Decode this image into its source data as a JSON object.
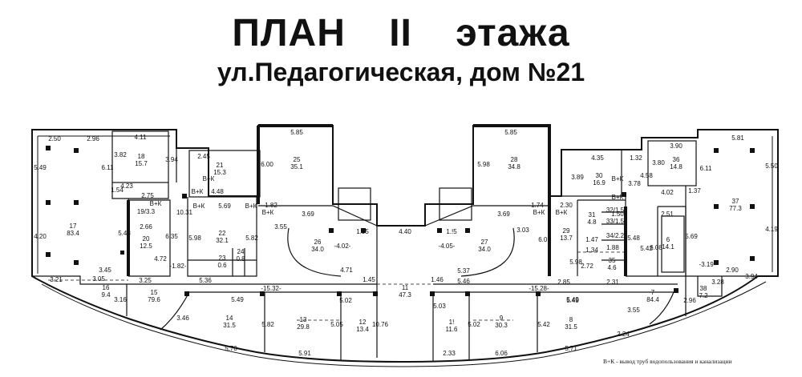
{
  "title": {
    "line1": "ПЛАН    II этажа",
    "line2": "ул.Педагогическая, дом №21"
  },
  "legend_note": "В+К - вывод труб водопользования и канализации",
  "rooms": [
    {
      "num": "18",
      "area": "15.7"
    },
    {
      "num": "17",
      "area": "83.4"
    },
    {
      "num": "21",
      "area": "15.3"
    },
    {
      "num": "19/3.3",
      "area": ""
    },
    {
      "num": "20",
      "area": "12.5"
    },
    {
      "num": "22",
      "area": "32.1"
    },
    {
      "num": "23",
      "area": "0.6"
    },
    {
      "num": "24",
      "area": "0.8"
    },
    {
      "num": "25",
      "area": "35.1"
    },
    {
      "num": "26",
      "area": "34.0"
    },
    {
      "num": "16",
      "area": "9.4"
    },
    {
      "num": "15",
      "area": "79.6"
    },
    {
      "num": "14",
      "area": "31.5"
    },
    {
      "num": "13",
      "area": "29.8"
    },
    {
      "num": "12",
      "area": "13.4"
    },
    {
      "num": "11",
      "area": "47.3"
    },
    {
      "num": "1!",
      "area": "11.6"
    },
    {
      "num": "9",
      "area": "30.3"
    },
    {
      "num": "8",
      "area": "31.5"
    },
    {
      "num": "27",
      "area": "34.0"
    },
    {
      "num": "28",
      "area": "34.8"
    },
    {
      "num": "29",
      "area": "13.7"
    },
    {
      "num": "30",
      "area": "16.9"
    },
    {
      "num": "31",
      "area": "4.8"
    },
    {
      "num": "32/1.5",
      "area": ""
    },
    {
      "num": "33/1.5",
      "area": ""
    },
    {
      "num": "34/2.2",
      "area": ""
    },
    {
      "num": "35",
      "area": "4.6"
    },
    {
      "num": "36",
      "area": "14.8"
    },
    {
      "num": "37",
      "area": "77.3"
    },
    {
      "num": "6",
      "area": "14.1"
    },
    {
      "num": "7",
      "area": "84.4"
    },
    {
      "num": "38",
      "area": "7.2"
    }
  ],
  "dimensions": [
    "2.50",
    "2.96",
    "4.11",
    "3.82",
    "5.49",
    "6.11",
    "4.23",
    "3.94",
    "1.54",
    "2.75",
    "4.20",
    "5.48",
    "6.35",
    "2.66",
    "10.31",
    "2.45",
    "4.48",
    "5.69",
    "5.98",
    "5.82",
    "1.82",
    "3.69",
    "3.55",
    "5.85",
    "6.00",
    "1.95",
    "4.40",
    "1.!5",
    "-4.02-",
    "-4.05-",
    "3.03",
    "4.71",
    "5.37",
    "-1.82-",
    "3.45",
    "3.05",
    "3.25",
    "5.36",
    "4.72",
    "3.21",
    "3.16",
    "-15.32-",
    "-15.28-",
    "5.49",
    "5.82",
    "5.02",
    "5.05",
    "10.76",
    "1.45",
    "1.46",
    "5.46",
    "5.03",
    "5.02",
    "5.42",
    "5.49",
    "5.85",
    "5.98",
    "3.69",
    "6.01",
    "1.74",
    "2.30",
    "4.35",
    "3.89",
    "1.32",
    "3.78",
    "4.58",
    "3.90",
    "3.80",
    "4.02",
    "5.81",
    "5.50",
    "6.11",
    "1.37",
    "4.19",
    "2.51",
    "5.69",
    "5.42",
    "6.08",
    "-3.19-",
    "2.90",
    "3.28",
    "3.94",
    "2.96",
    "2.85",
    "2.31",
    "5.98",
    "2.72",
    "1.47",
    "1.34",
    "1.88",
    "5.48",
    "3.46",
    "5.70",
    "5.91",
    "2.33",
    "6.06",
    "5.71",
    "2.24",
    "3.55",
    "5.49",
    "1.50"
  ],
  "vk_tags": [
    "В+К",
    "В+К",
    "В+К",
    "В+К",
    "В+К",
    "В+К",
    "В+К",
    "В+К",
    "В+К",
    "В+К"
  ],
  "colors": {
    "ink": "#111111",
    "paper": "#ffffff"
  }
}
